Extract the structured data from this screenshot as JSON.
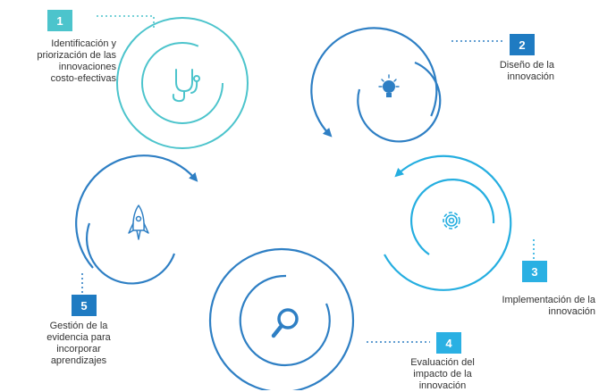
{
  "colors": {
    "teal": "#4cc4cc",
    "dark_blue": "#2e7fc4",
    "mid_blue": "#25aee0",
    "badge_teal": "#4cc4cc",
    "badge_blue": "#1f7bc2",
    "badge_light": "#2ab0e3",
    "text": "#333333"
  },
  "steps": [
    {
      "number": "1",
      "icon": "stethoscope-icon",
      "lines": [
        "Identificación y",
        "priorización de las",
        "innovaciones",
        "costo-efectivas"
      ]
    },
    {
      "number": "2",
      "icon": "lightbulb-icon",
      "lines": [
        "Diseño de la",
        "innovación"
      ]
    },
    {
      "number": "3",
      "icon": "gear-icon",
      "lines": [
        "Implementación de la",
        "innovación"
      ]
    },
    {
      "number": "4",
      "icon": "magnifier-icon",
      "lines": [
        "Evaluación del",
        "impacto de la",
        "innovación"
      ]
    },
    {
      "number": "5",
      "icon": "rocket-icon",
      "lines": [
        "Gestión de la",
        "evidencia para",
        "incorporar",
        "aprendizajes"
      ]
    }
  ]
}
